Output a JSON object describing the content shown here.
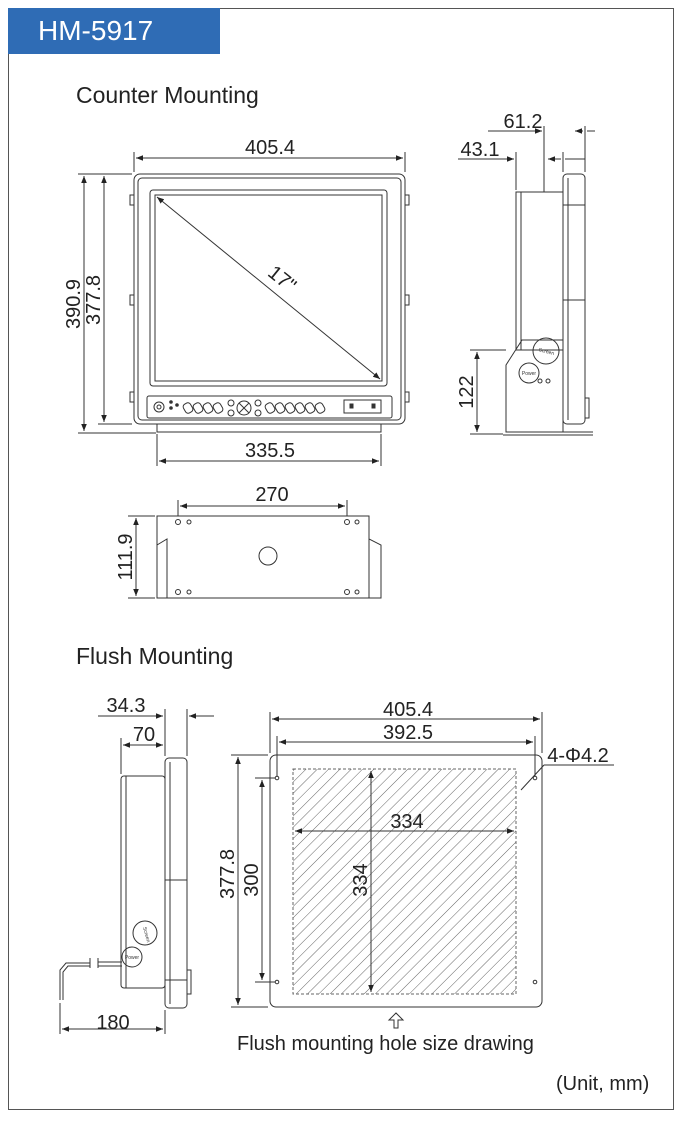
{
  "model": "HM-5917",
  "sections": {
    "counter": "Counter Mounting",
    "flush": "Flush Mounting"
  },
  "counter_front": {
    "width": "405.4",
    "total_height": "390.9",
    "height": "377.8",
    "screen_size": "17\"",
    "base_width": "335.5"
  },
  "counter_side": {
    "depth_total": "61.2",
    "depth_body": "43.1",
    "bracket_height": "122",
    "knob_label_top": "Screen",
    "knob_label_bottom": "Power"
  },
  "counter_base": {
    "hole_span": "270",
    "depth": "111.9"
  },
  "flush_side": {
    "bezel_depth": "34.3",
    "front_depth": "70",
    "total_depth": "180",
    "knob_label_top": "Screen",
    "knob_label_bottom": "Power"
  },
  "flush_cutout": {
    "outer_width": "405.4",
    "hole_pitch_x": "392.5",
    "holes": "4-Φ4.2",
    "outer_height": "377.8",
    "hole_pitch_y": "300",
    "cutout_width": "334",
    "cutout_height": "334",
    "caption": "Flush mounting hole size drawing"
  },
  "unit": "(Unit, mm)"
}
